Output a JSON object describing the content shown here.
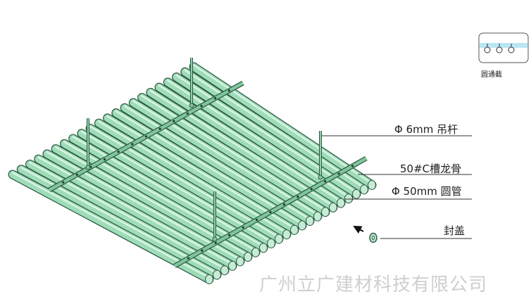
{
  "labels": {
    "hanger_rod": "Φ 6mm 吊杆",
    "c_channel": "50#C槽龙骨",
    "round_tube": "Φ 50mm 圆管",
    "end_cap": "封盖"
  },
  "inset": {
    "caption": "圆通截"
  },
  "watermark": "广州立广建材科技有限公司",
  "colors": {
    "tube_fill": "#9fdcb8",
    "tube_stroke": "#2f5a43",
    "tube_highlight": "#d9f4e4",
    "channel_fill": "#7fc59c",
    "rod_fill": "#8fd0aa",
    "line": "#333333",
    "inset_bg": "#b9e6f3"
  },
  "tube_count": 22
}
